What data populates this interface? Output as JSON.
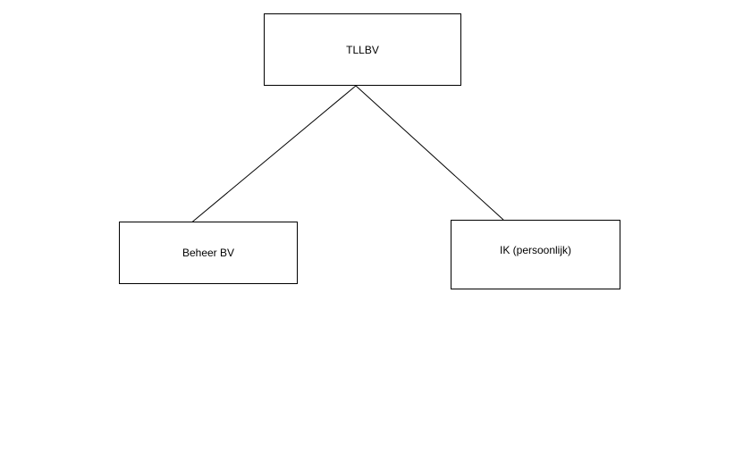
{
  "nodes": {
    "root": {
      "label": "TLLBV"
    },
    "left": {
      "label": "Beheer BV"
    },
    "right": {
      "label": "IK (persoonlijk)"
    }
  }
}
